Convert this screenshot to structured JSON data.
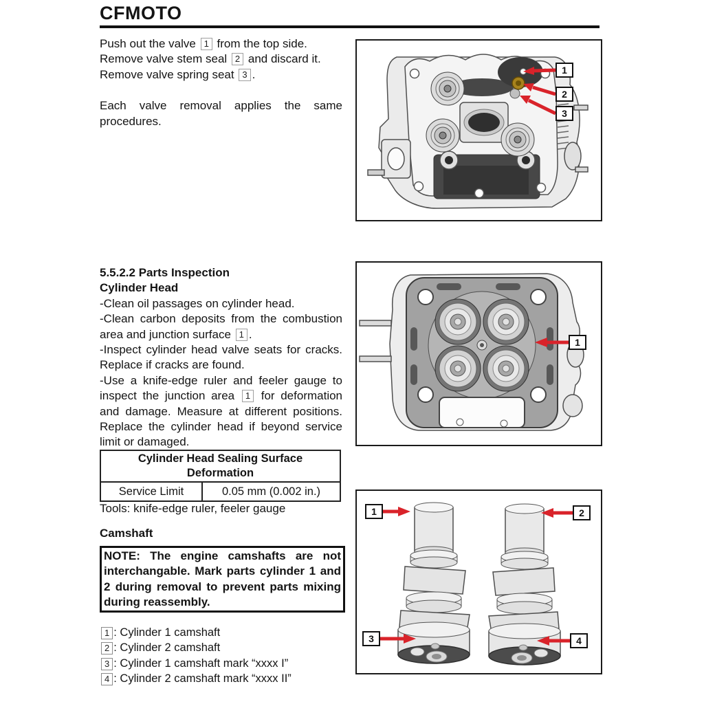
{
  "page": {
    "brand": "CFMOTO"
  },
  "intro": {
    "line1_pre": "Push out the valve ",
    "line1_box": "1",
    "line1_post": " from the top side.",
    "line2_pre": "Remove valve stem seal ",
    "line2_box": "2",
    "line2_post": " and discard it.",
    "line3_pre": "Remove valve spring seat ",
    "line3_box": "3",
    "line3_post": ".",
    "para2": "Each valve removal applies the same procedures."
  },
  "inspection": {
    "heading": "5.5.2.2 Parts Inspection",
    "subheading": "Cylinder Head",
    "item1": "-Clean oil passages on cylinder head.",
    "item2_pre": "-Clean carbon deposits from the combustion area and junction surface ",
    "item2_box": "1",
    "item2_post": ".",
    "item3": "-Inspect cylinder head valve seats for cracks. Replace if cracks are found.",
    "item4_pre": "-Use a knife-edge ruler and feeler gauge to inspect the junction area ",
    "item4_box": "1",
    "item4_post": " for deformation and damage. Measure at different positions. Replace the cylinder head if beyond service limit or damaged."
  },
  "spec_table": {
    "title": "Cylinder Head Sealing Surface Deformation",
    "row_label": "Service Limit",
    "row_value": "0.05 mm (0.002 in.)"
  },
  "tools_line": "Tools: knife-edge ruler, feeler gauge",
  "camshaft": {
    "heading": "Camshaft",
    "note": "NOTE: The engine camshafts are not interchangable. Mark parts cylinder 1 and 2 during removal to prevent parts mixing during reassembly."
  },
  "legend": {
    "items": [
      {
        "n": "1",
        "text": ": Cylinder 1 camshaft"
      },
      {
        "n": "2",
        "text": ": Cylinder 2 camshaft"
      },
      {
        "n": "3",
        "text": ": Cylinder 1 camshaft mark “xxxx I”"
      },
      {
        "n": "4",
        "text": ": Cylinder 2 camshaft mark “xxxx II”"
      }
    ]
  },
  "figures": {
    "fig1": {
      "description": "Cylinder head top view with valve, stem seal and spring seat callouts",
      "callouts": [
        "1",
        "2",
        "3"
      ]
    },
    "fig2": {
      "description": "Cylinder head junction surface view",
      "callouts": [
        "1"
      ]
    },
    "fig3": {
      "description": "Cylinder 1 and cylinder 2 camshafts end view",
      "callouts": [
        "1",
        "2",
        "3",
        "4"
      ]
    }
  },
  "colors": {
    "arrow_red": "#d9232a",
    "seal_orange": "#a8831c",
    "figure_border": "#1a1a1a"
  }
}
